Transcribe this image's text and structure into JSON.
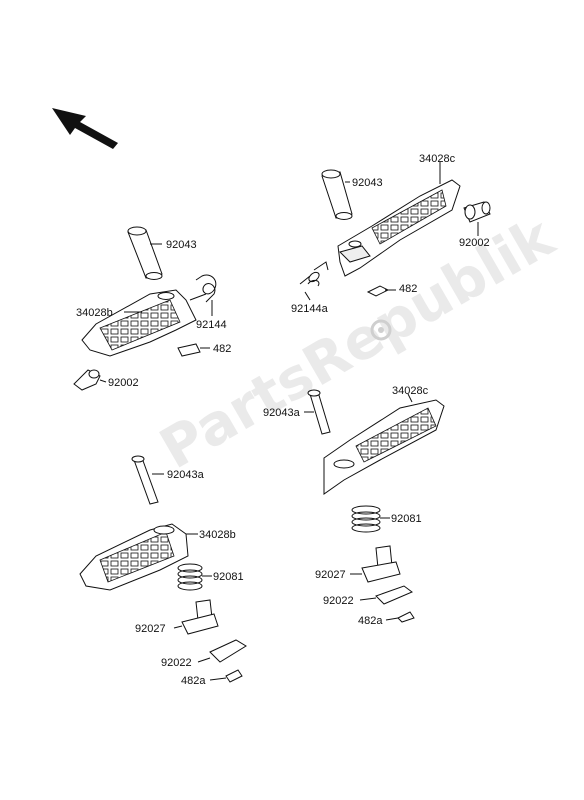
{
  "watermark": "PartsRepublik",
  "labels": {
    "ur_pin": "92043",
    "ur_peg": "34028c",
    "ur_rubber": "92002",
    "ur_spring": "92144a",
    "ur_clip": "482",
    "ul_pin": "92043",
    "ul_peg": "34028b",
    "ul_spring": "92144",
    "ul_clip": "482",
    "ul_rubber": "92002",
    "lr_pin": "92043a",
    "lr_peg": "34028c",
    "lr_spring": "92081",
    "lr_bracket": "92027",
    "lr_plate": "92022",
    "lr_clip": "482a",
    "ll_pin": "92043a",
    "ll_peg": "34028b",
    "ll_spring": "92081",
    "ll_bracket": "92027",
    "ll_plate": "92022",
    "ll_clip": "482a"
  },
  "colors": {
    "line": "#111111",
    "fill": "#ffffff",
    "shade": "#c8c8c8",
    "watermark": "#d9d9d9"
  }
}
